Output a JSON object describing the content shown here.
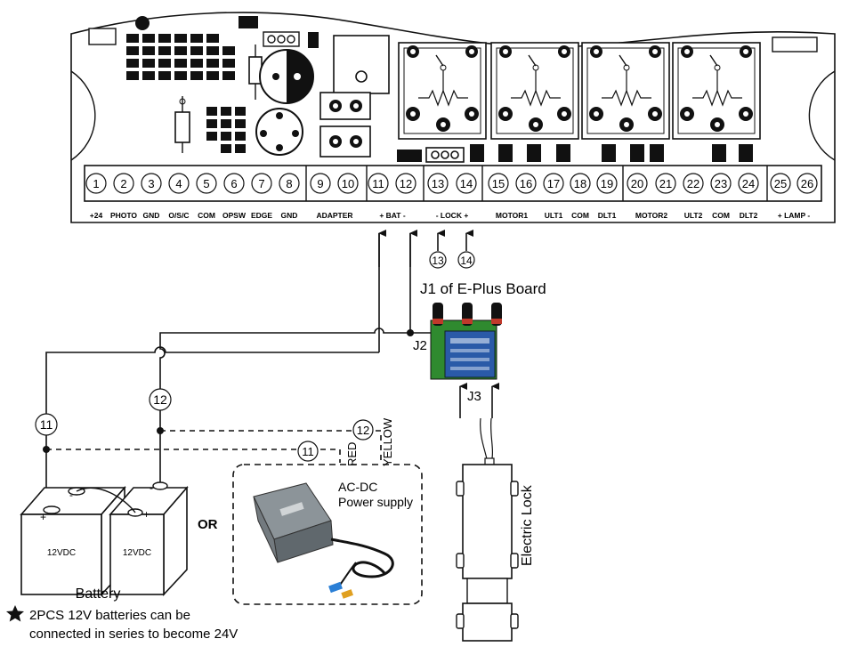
{
  "board": {
    "terminals": [
      "1",
      "2",
      "3",
      "4",
      "5",
      "6",
      "7",
      "8",
      "9",
      "10",
      "11",
      "12",
      "13",
      "14",
      "15",
      "16",
      "17",
      "18",
      "19",
      "20",
      "21",
      "22",
      "23",
      "24",
      "25",
      "26"
    ],
    "labels": [
      {
        "text": "+24"
      },
      {
        "text": "PHOTO"
      },
      {
        "text": "GND"
      },
      {
        "text": "O/S/C"
      },
      {
        "text": "COM"
      },
      {
        "text": "OPSW"
      },
      {
        "text": "EDGE"
      },
      {
        "text": "GND"
      },
      {
        "text": "ADAPTER"
      },
      {
        "text": "+  BAT  -"
      },
      {
        "text": "-  LOCK  +"
      },
      {
        "text": "MOTOR1"
      },
      {
        "text": "ULT1"
      },
      {
        "text": "COM"
      },
      {
        "text": "DLT1"
      },
      {
        "text": "MOTOR2"
      },
      {
        "text": "ULT2"
      },
      {
        "text": "COM"
      },
      {
        "text": "DLT2"
      },
      {
        "text": "+  LAMP  -"
      }
    ]
  },
  "eplus": {
    "pin_a": "13",
    "pin_b": "14",
    "title": "J1 of E-Plus Board",
    "j2": "J2",
    "j3": "J3"
  },
  "wires": {
    "left_11": "11",
    "left_12": "12",
    "dash_11": "11",
    "dash_12": "12",
    "red": "RED",
    "yellow": "YELLOW"
  },
  "battery": {
    "cell_label": "12VDC",
    "plus": "+",
    "minus": "-",
    "caption": "Battery"
  },
  "or_label": "OR",
  "psu": {
    "line1": "AC-DC",
    "line2": "Power supply"
  },
  "lock_label": "Electric Lock",
  "note": {
    "line1": "2PCS 12V batteries can be",
    "line2": "connected in series to become 24V"
  }
}
